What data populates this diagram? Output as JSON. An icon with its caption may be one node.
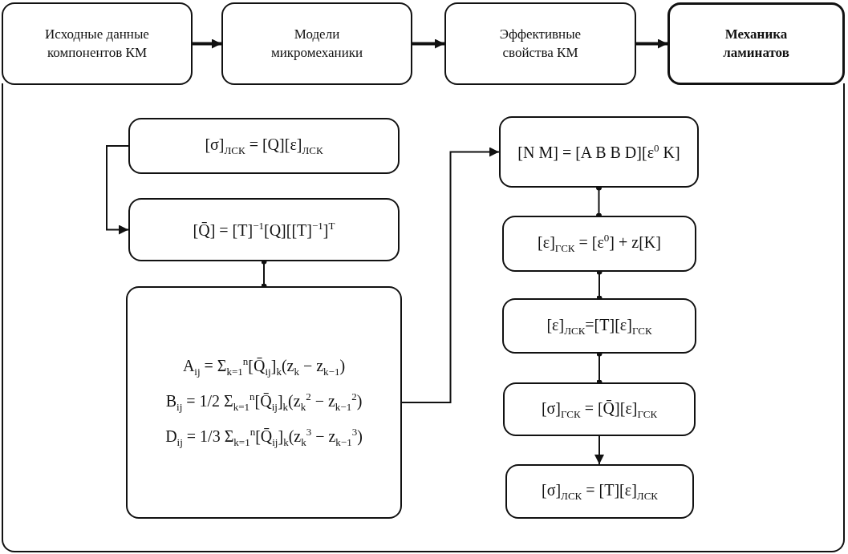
{
  "diagram": {
    "nodes": [
      {
        "text": [
          "Исходные данные компонентов КМ"
        ]
      },
      {
        "text": [
          "Модели микромеханики"
        ]
      },
      {
        "text": [
          "Эффективные свойства КМ"
        ]
      },
      {
        "text": [
          "Механика ламинатов"
        ]
      },
      {
        "text": [],
        "shape": "box"
      },
      {
        "text": [
          "[σ]$_{ЛСК}$ = [Q][ε]$_{ЛСК}$"
        ],
        "in": 4
      },
      {
        "text": [
          "[Q̄] = [T]$^{−1}$[Q][[T]$^{−1}$]$^{T}$"
        ],
        "in": 4
      },
      {
        "text": [
          "A$_{ij}$ = Σ$_{k=1}$$^{n}$[Q̄$_{ij}$]$_{k}$(z$_{k}$ − z$_{k−1}$)",
          "B$_{ij}$ = 1/2 Σ$_{k=1}$$^{n}$[Q̄$_{ij}$]$_{k}$(z$_{k}$$^{2}$ − z$_{k−1}$$^{2}$)",
          "D$_{ij}$ = 1/3 Σ$_{k=1}$$^{n}$[Q̄$_{ij}$]$_{k}$(z$_{k}$$^{3}$ − z$_{k−1}$$^{3}$)"
        ],
        "in": 4
      },
      {
        "text": [
          "[N M] = [A B B D][ε$^{0}$ K]"
        ],
        "in": 4
      },
      {
        "text": [
          "[ε]$_{ГСК}$ = [ε$^{0}$] + z[K]"
        ],
        "in": 4
      },
      {
        "text": [
          "[ε]$_{ЛСК}$=[T][ε]$_{ГСК}$"
        ],
        "in": 4
      },
      {
        "text": [
          "[σ]$_{ГСК}$ = [Q̄][ε]$_{ГСК}$"
        ],
        "in": 4
      },
      {
        "text": [
          "[σ]$_{ЛСК}$ = [T][ε]$_{ЛСК}$"
        ],
        "in": 4
      }
    ],
    "edges": [
      {
        "from": 0,
        "to": 1,
        "arrow": "to",
        "style": "thick"
      },
      {
        "from": 1,
        "to": 2,
        "arrow": "to",
        "style": "thick"
      },
      {
        "from": 2,
        "to": 3,
        "arrow": "to",
        "style": "thick"
      },
      {
        "from": 5,
        "to": 6,
        "arrow": "to"
      },
      {
        "from": 6,
        "to": 7,
        "arrow": "other"
      },
      {
        "from": 7,
        "to": 8,
        "arrow": "to"
      },
      {
        "from": 8,
        "to": 9,
        "arrow": "other"
      },
      {
        "from": 9,
        "to": 10,
        "arrow": "other"
      },
      {
        "from": 10,
        "to": 11,
        "arrow": "other"
      },
      {
        "from": 11,
        "to": 12,
        "arrow": "to"
      }
    ]
  }
}
